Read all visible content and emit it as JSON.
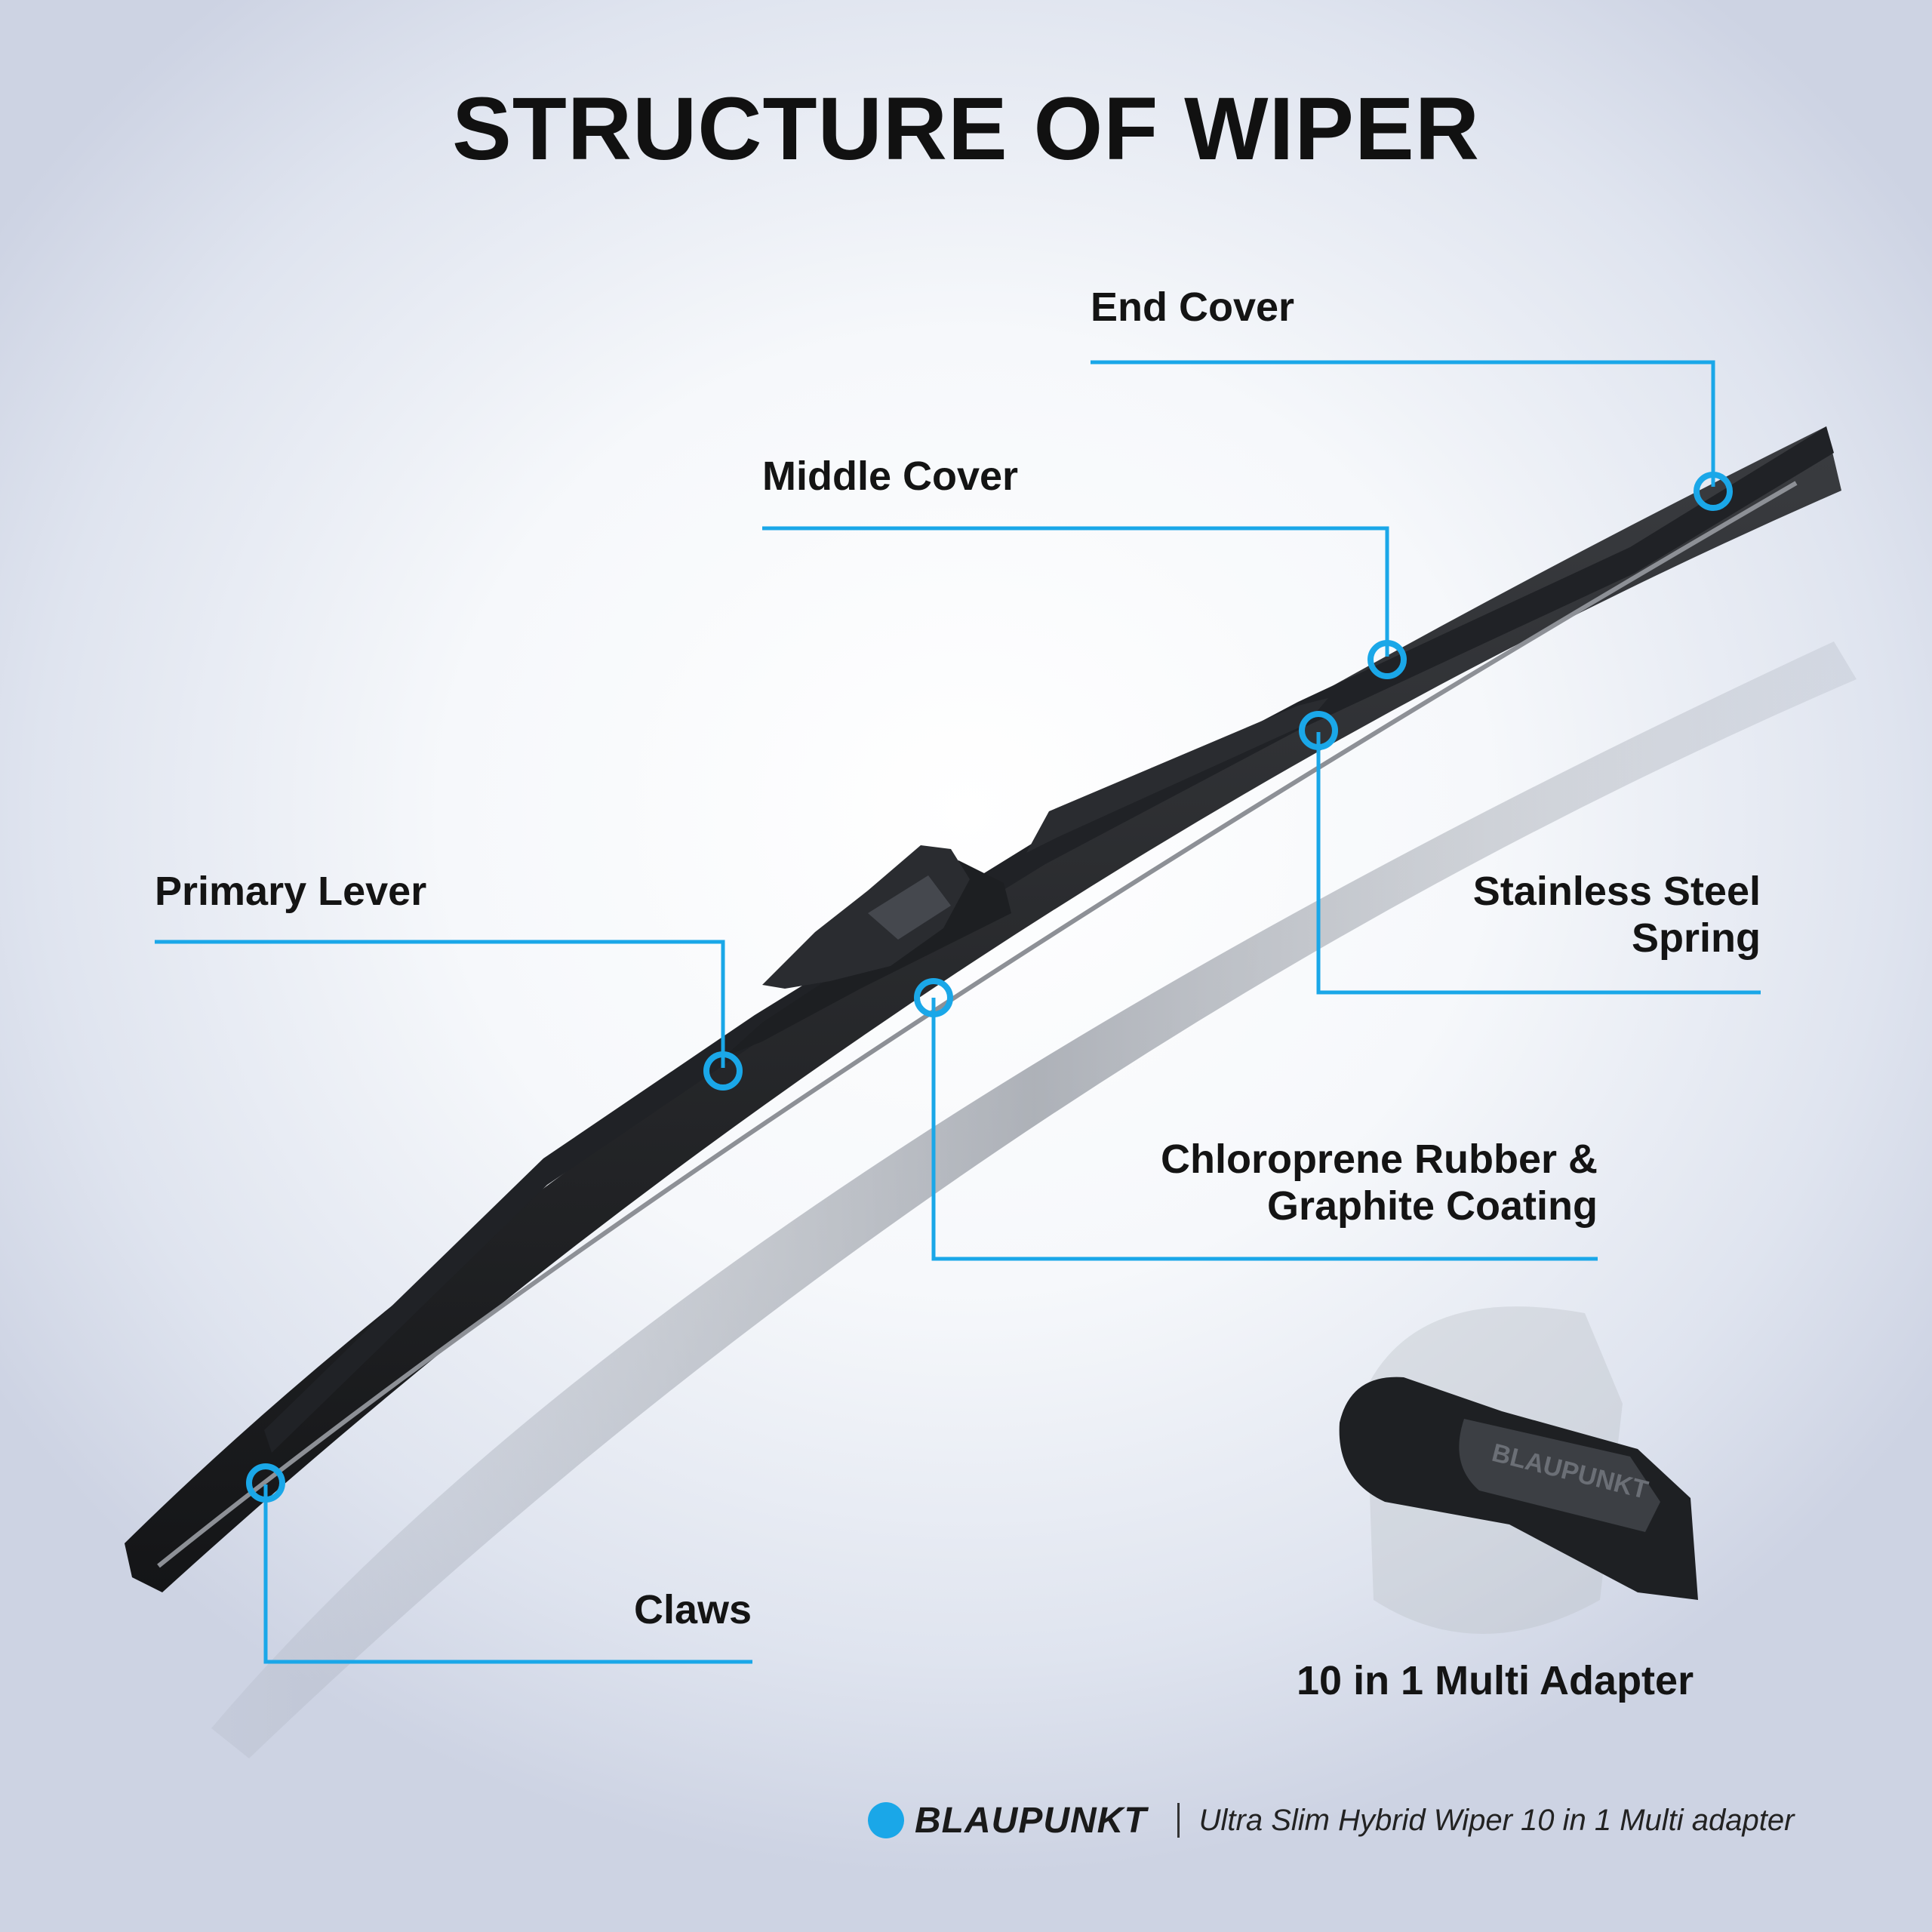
{
  "title": "STRUCTURE OF WIPER",
  "accent_color": "#1aa7e8",
  "parts": {
    "end_cover": "End Cover",
    "middle_cover": "Middle Cover",
    "primary_lever": "Primary Lever",
    "spring_line1": "Stainless Steel",
    "spring_line2": "Spring",
    "rubber_line1": "Chloroprene Rubber &",
    "rubber_line2": "Graphite Coating",
    "claws": "Claws",
    "adapter": "10 in 1 Multi Adapter"
  },
  "adapter_brand": "BLAUPUNKT",
  "footer": {
    "brand": "BLAUPUNKT",
    "product": "Ultra Slim Hybrid Wiper 10 in 1 Multi adapter"
  }
}
